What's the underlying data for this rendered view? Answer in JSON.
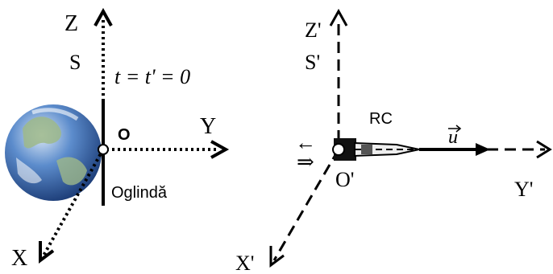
{
  "frame_s": {
    "axis_z": "Z",
    "axis_y": "Y",
    "axis_x": "X",
    "frame_label": "S",
    "time_label": "t = t' = 0",
    "origin": "O",
    "mirror": "Oglindă"
  },
  "frame_s_prime": {
    "axis_z": "Z'",
    "axis_y": "Y'",
    "axis_x": "X'",
    "frame_label": "S'",
    "origin": "O'",
    "rocket": "RC",
    "velocity": "u",
    "arrow_left": "←",
    "arrow_right": "⇒"
  },
  "colors": {
    "ink": "#000000",
    "ocean": "#2d62a8",
    "land": "#8fae7a"
  },
  "icons": [
    "earth-globe-icon",
    "rocket-icon",
    "mirror-icon"
  ]
}
